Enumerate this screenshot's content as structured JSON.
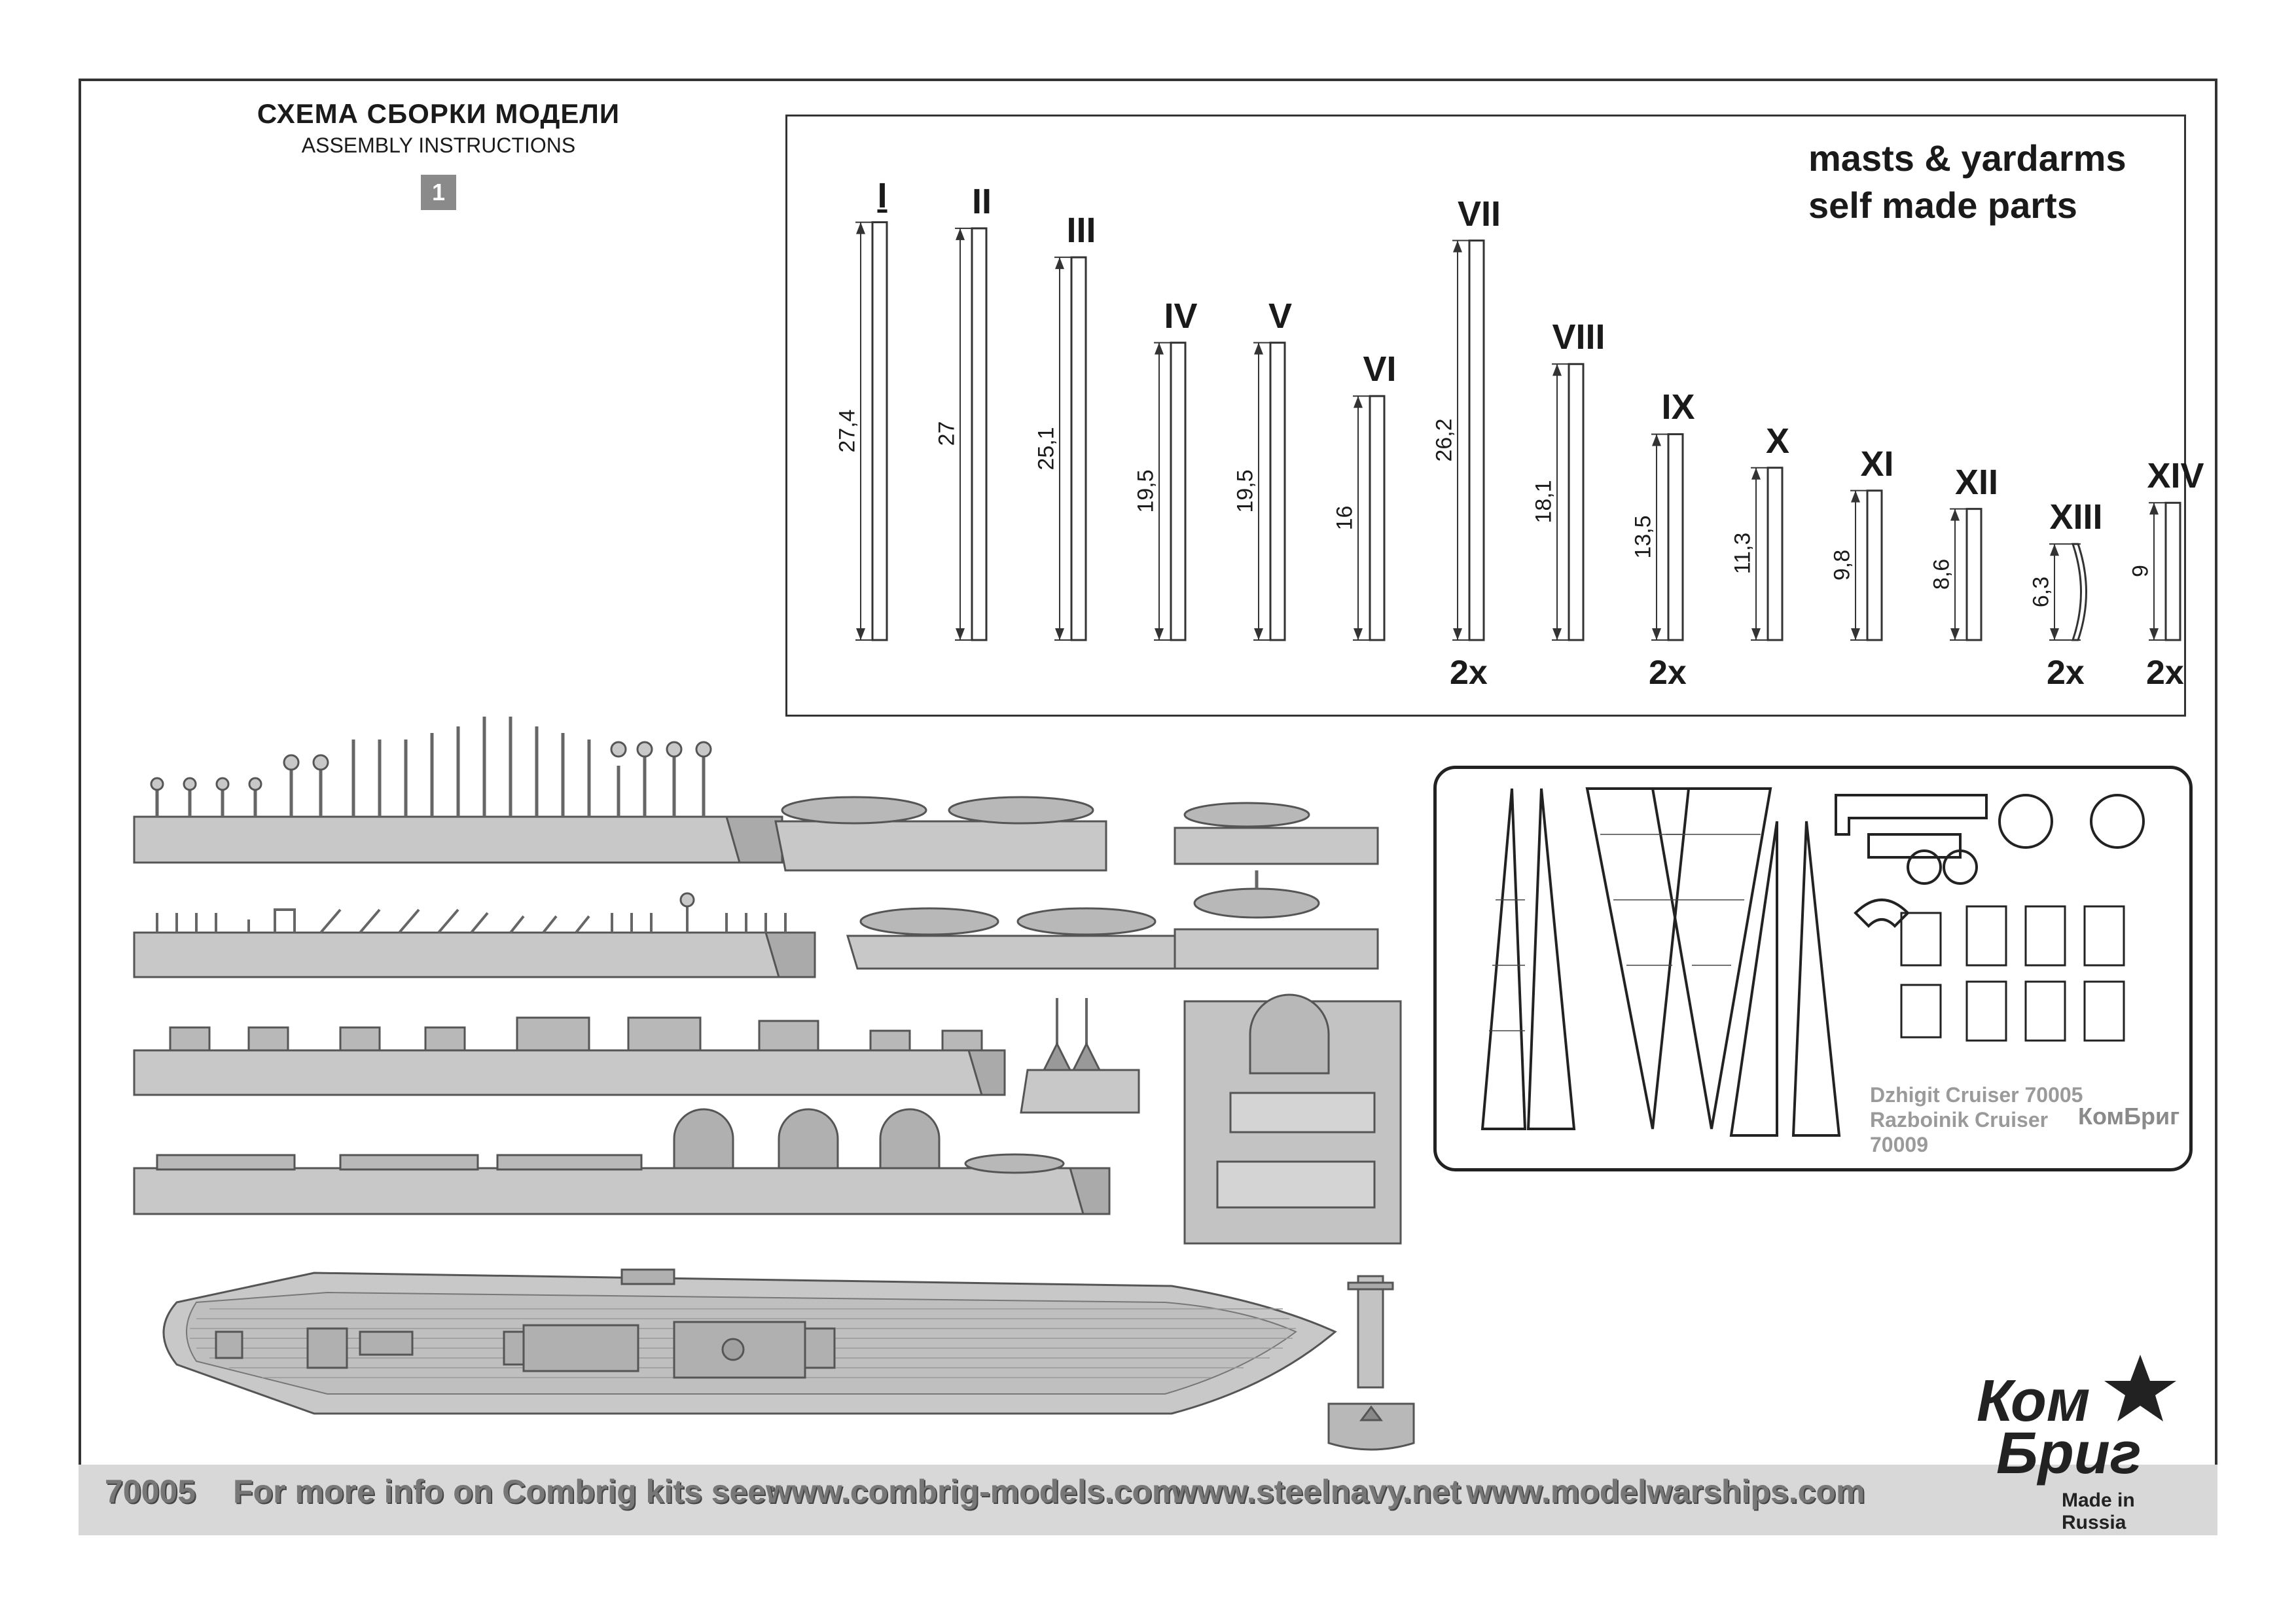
{
  "header": {
    "title_ru": "СХЕМА СБОРКИ МОДЕЛИ",
    "title_en": "ASSEMBLY INSTRUCTIONS",
    "step": "1"
  },
  "masts_panel": {
    "title_line1": "masts & yardarms",
    "title_line2": "self made parts",
    "parts": [
      {
        "id": "I",
        "length": "27,4",
        "qty": ""
      },
      {
        "id": "II",
        "length": "27",
        "qty": ""
      },
      {
        "id": "III",
        "length": "25,1",
        "qty": ""
      },
      {
        "id": "IV",
        "length": "19,5",
        "qty": ""
      },
      {
        "id": "V",
        "length": "19,5",
        "qty": ""
      },
      {
        "id": "VI",
        "length": "16",
        "qty": ""
      },
      {
        "id": "VII",
        "length": "26,2",
        "qty": "2x"
      },
      {
        "id": "VIII",
        "length": "18,1",
        "qty": ""
      },
      {
        "id": "IX",
        "length": "13,5",
        "qty": "2x"
      },
      {
        "id": "X",
        "length": "11,3",
        "qty": ""
      },
      {
        "id": "XI",
        "length": "9,8",
        "qty": ""
      },
      {
        "id": "XII",
        "length": "8,6",
        "qty": ""
      },
      {
        "id": "XIII",
        "length": "6,3",
        "qty": "2x"
      },
      {
        "id": "XIV",
        "length": "9",
        "qty": "2x"
      }
    ]
  },
  "pe_fret": {
    "line1": "Dzhigit Cruiser 70005",
    "line2": "Razboinik Cruiser",
    "line3": "70009",
    "brand": "КомБриг"
  },
  "footer": {
    "code": "70005",
    "info": "For more info on Combrig kits see:",
    "url1": "www.combrig-models.com",
    "url2": "www.steelnavy.net",
    "url3": "www.modelwarships.com"
  },
  "logo": {
    "line1": "Ком",
    "line2": "Бриг",
    "made_in": "Made in Russia"
  },
  "colors": {
    "resin": "#c8c8c8",
    "resin_dark": "#a9a9a9",
    "line": "#333333"
  }
}
